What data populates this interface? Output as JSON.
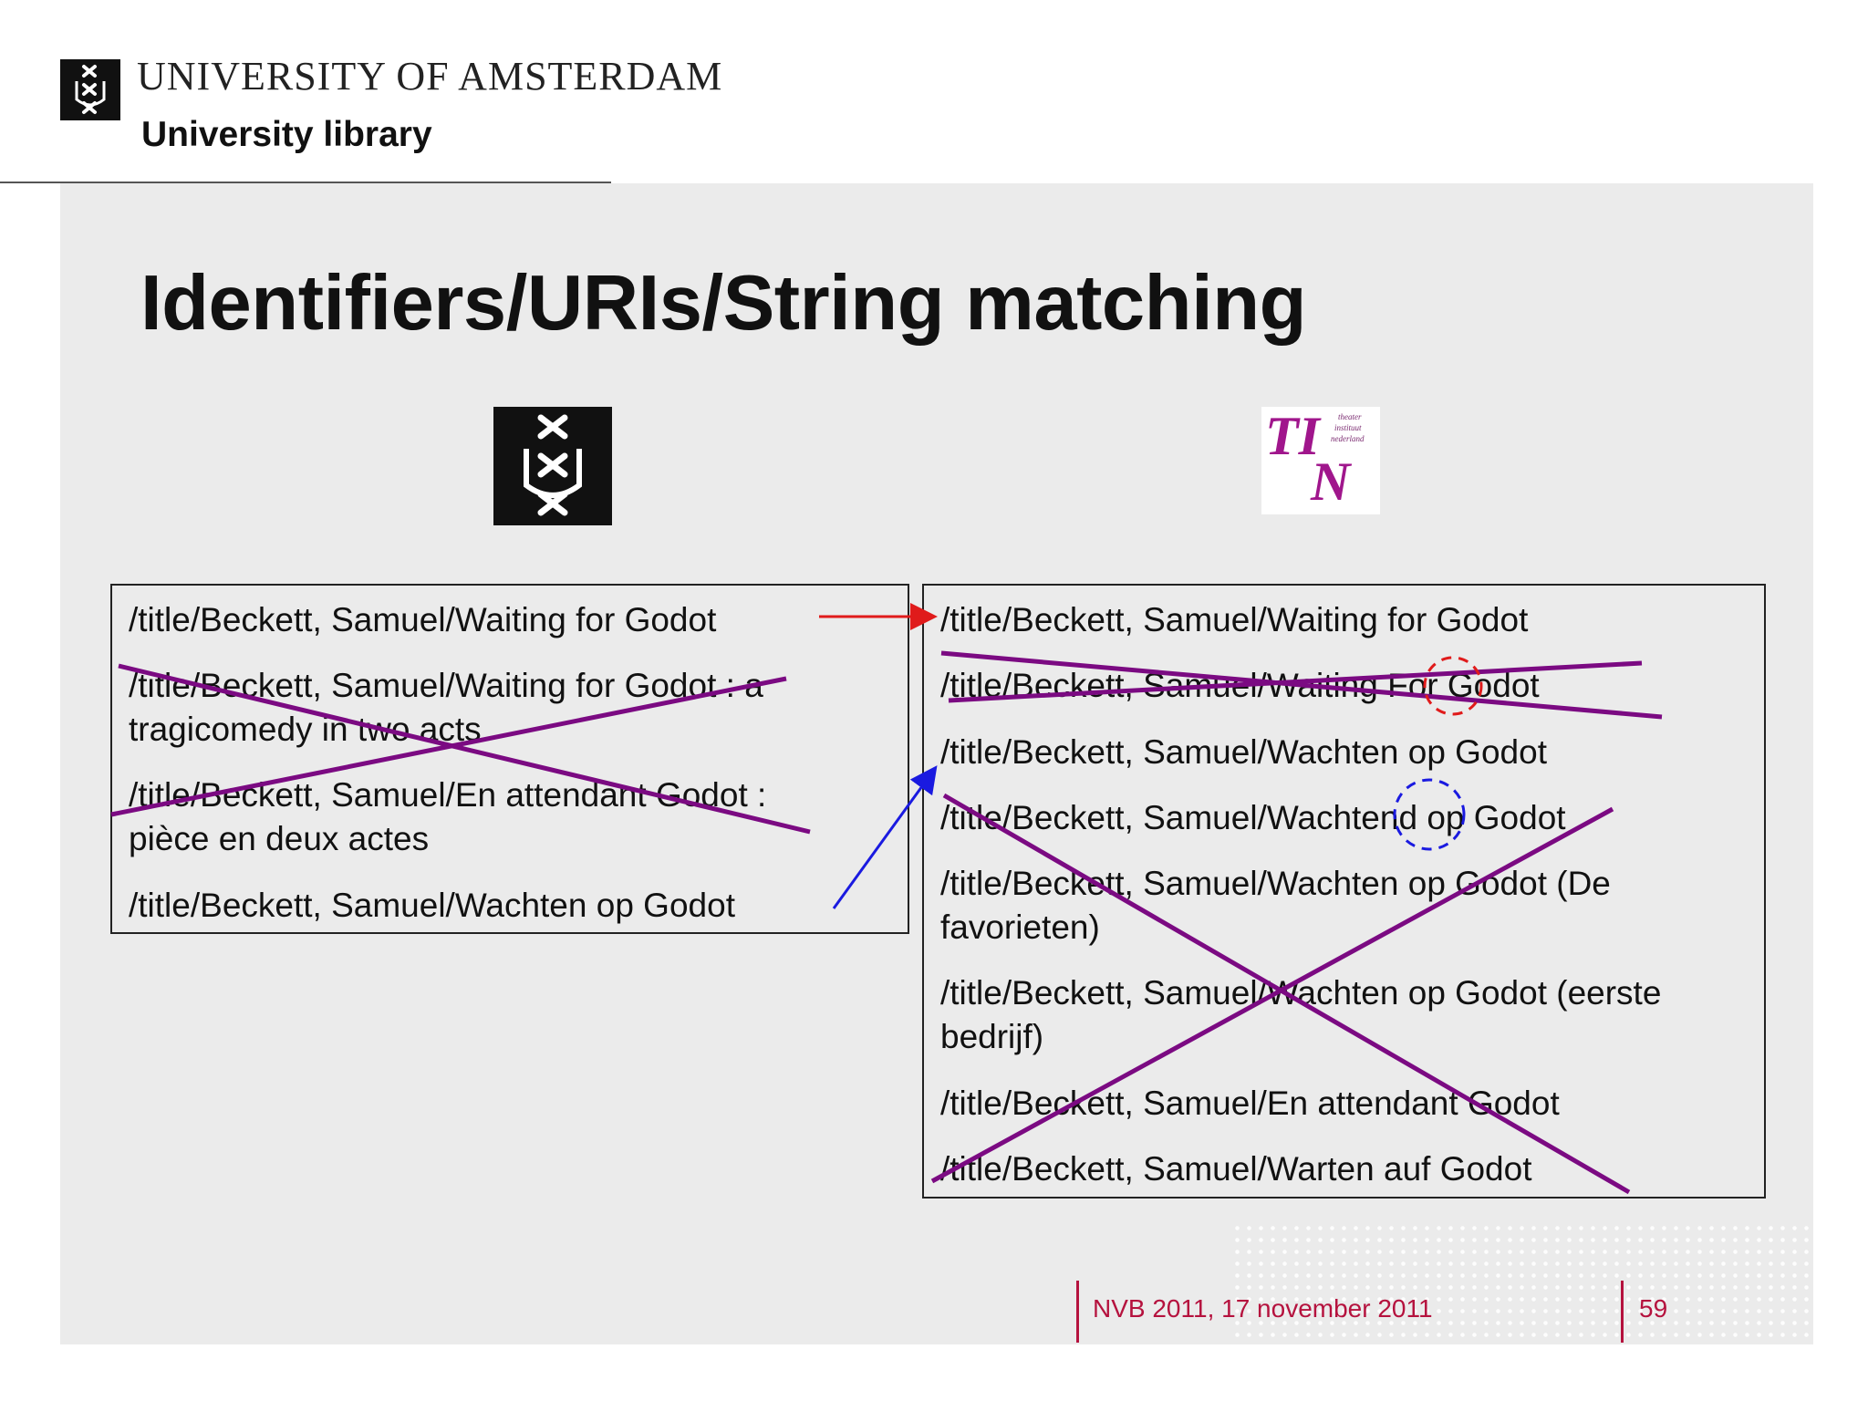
{
  "header": {
    "university_name": "UNIVERSITY OF AMSTERDAM",
    "library_label": "University library",
    "logo_icon": "uva-crest-icon"
  },
  "slide": {
    "title": "Identifiers/URIs/String matching",
    "left_logo_icon": "uva-crest-icon",
    "right_logo_icon": "tin-logo-icon",
    "right_logo_text": {
      "letters_top": "TI",
      "letters_bottom": "N",
      "tagline_1": "theater",
      "tagline_2": "instituut",
      "tagline_3": "nederland"
    },
    "left_entries": [
      "/title/Beckett, Samuel/Waiting for Godot",
      "/title/Beckett, Samuel/Waiting for Godot : a tragicomedy in two acts",
      "/title/Beckett, Samuel/En attendant Godot : pièce en deux actes",
      "/title/Beckett, Samuel/Wachten op Godot"
    ],
    "right_entries": [
      "/title/Beckett, Samuel/Waiting for Godot",
      "/title/Beckett, Samuel/Waiting For Godot",
      "/title/Beckett, Samuel/Wachten op Godot",
      "/title/Beckett, Samuel/Wachtend op Godot",
      "/title/Beckett, Samuel/Wachten op Godot (De favorieten)",
      "/title/Beckett, Samuel/Wachten op Godot (eerste bedrijf)",
      "/title/Beckett, Samuel/En attendant Godot",
      "/title/Beckett, Samuel/Warten auf Godot"
    ],
    "annotation_colors": {
      "cross_out": "#7b0a82",
      "red_arrow": "#e01b1b",
      "blue_arrow": "#1a1ae0"
    }
  },
  "footer": {
    "event": "NVB 2011, 17 november 2011",
    "page_number": "59",
    "accent": "#b5123e"
  }
}
